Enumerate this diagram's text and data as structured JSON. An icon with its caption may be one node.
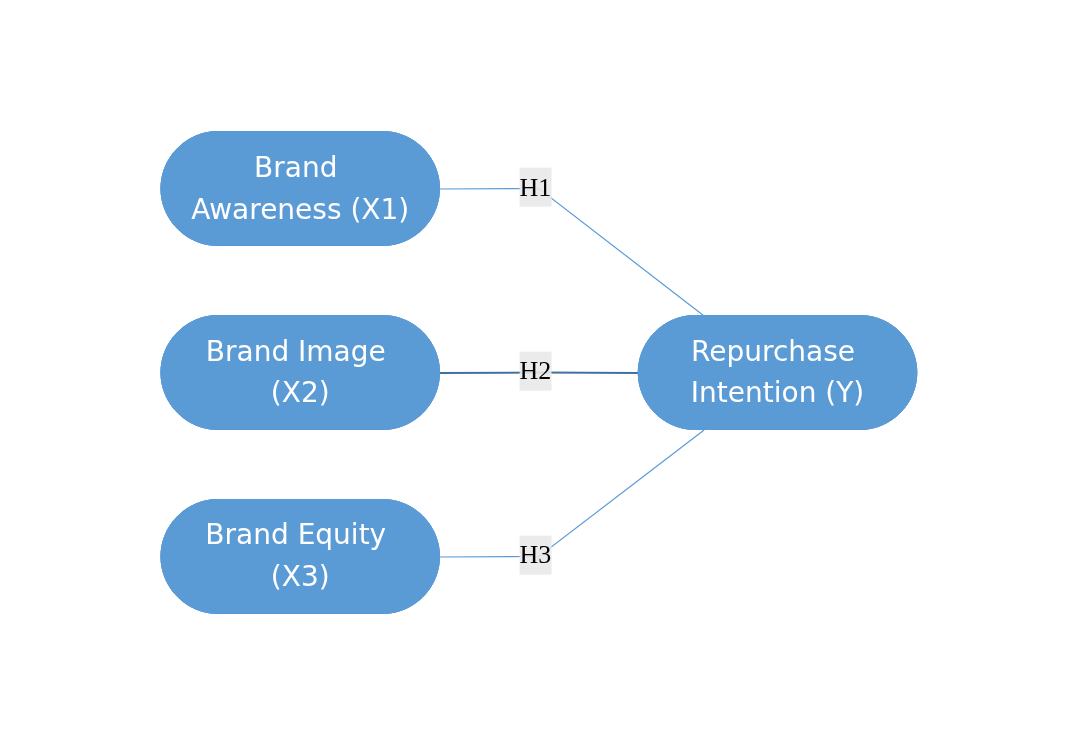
{
  "diagram": {
    "nodes": [
      {
        "text": [
          "Brand Awareness (X1)"
        ]
      },
      {
        "text": [
          "Brand Image (X2)"
        ]
      },
      {
        "text": [
          "Brand Equity (X3)"
        ]
      },
      {
        "text": [
          "Repurchase Intention (Y)"
        ]
      }
    ],
    "edges": [
      {
        "from": 0,
        "to": 3,
        "arrow": "none",
        "label": "H1"
      },
      {
        "from": 1,
        "to": 3,
        "arrow": "none",
        "label": "H2",
        "color": "#41719c"
      },
      {
        "from": 2,
        "to": 3,
        "arrow": "none",
        "label": "H3"
      }
    ]
  }
}
